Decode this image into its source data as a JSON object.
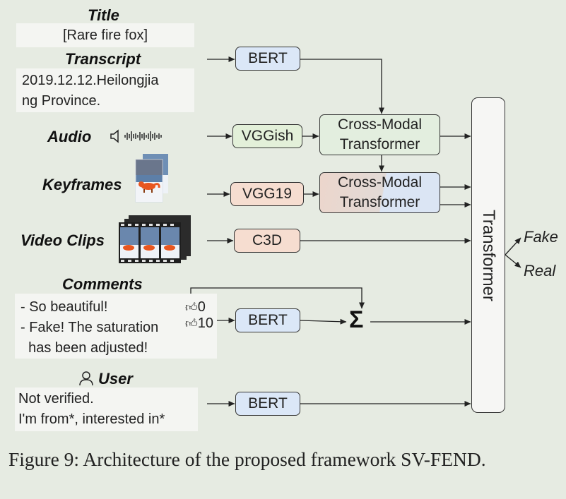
{
  "inputs": {
    "title": {
      "label": "Title",
      "text": "[Rare fire fox]"
    },
    "transcript": {
      "label": "Transcript",
      "lines": [
        "2019.12.12.Heilongjia",
        "ng Province."
      ]
    },
    "audio": {
      "label": "Audio"
    },
    "keyframes": {
      "label": "Keyframes"
    },
    "video_clips": {
      "label": "Video Clips"
    },
    "comments": {
      "label": "Comments",
      "items": [
        {
          "lines": [
            "- So beautiful!"
          ],
          "likes": "0"
        },
        {
          "lines": [
            "- Fake! The saturation",
            "  has been adjusted!"
          ],
          "likes": "10"
        }
      ]
    },
    "user": {
      "label": "User",
      "lines": [
        "Not verified.",
        "I'm from*, interested in*"
      ]
    }
  },
  "modules": {
    "bert_transcript": "BERT",
    "vggish": "VGGish",
    "cross_modal_1": [
      "Cross-Modal",
      "Transformer"
    ],
    "vgg19": "VGG19",
    "cross_modal_2": [
      "Cross-Modal",
      "Transformer"
    ],
    "c3d": "C3D",
    "bert_comments": "BERT",
    "sum_symbol": "Σ",
    "bert_user": "BERT",
    "transformer": "Transformer"
  },
  "outputs": [
    "Fake",
    "Real"
  ],
  "caption": "Figure 9: Architecture of the proposed framework SV-FEND.",
  "colors": {
    "bert": "#dbe7f7",
    "vggish": "#e3f0d9",
    "vgg_c3d": "#f6ddd0",
    "background": "#e6ebe2"
  },
  "icons": [
    "speaker-icon",
    "waveform-icon",
    "thumbs-up-icon",
    "user-icon",
    "fox-keyframe-image",
    "fox-video-clip-image"
  ]
}
